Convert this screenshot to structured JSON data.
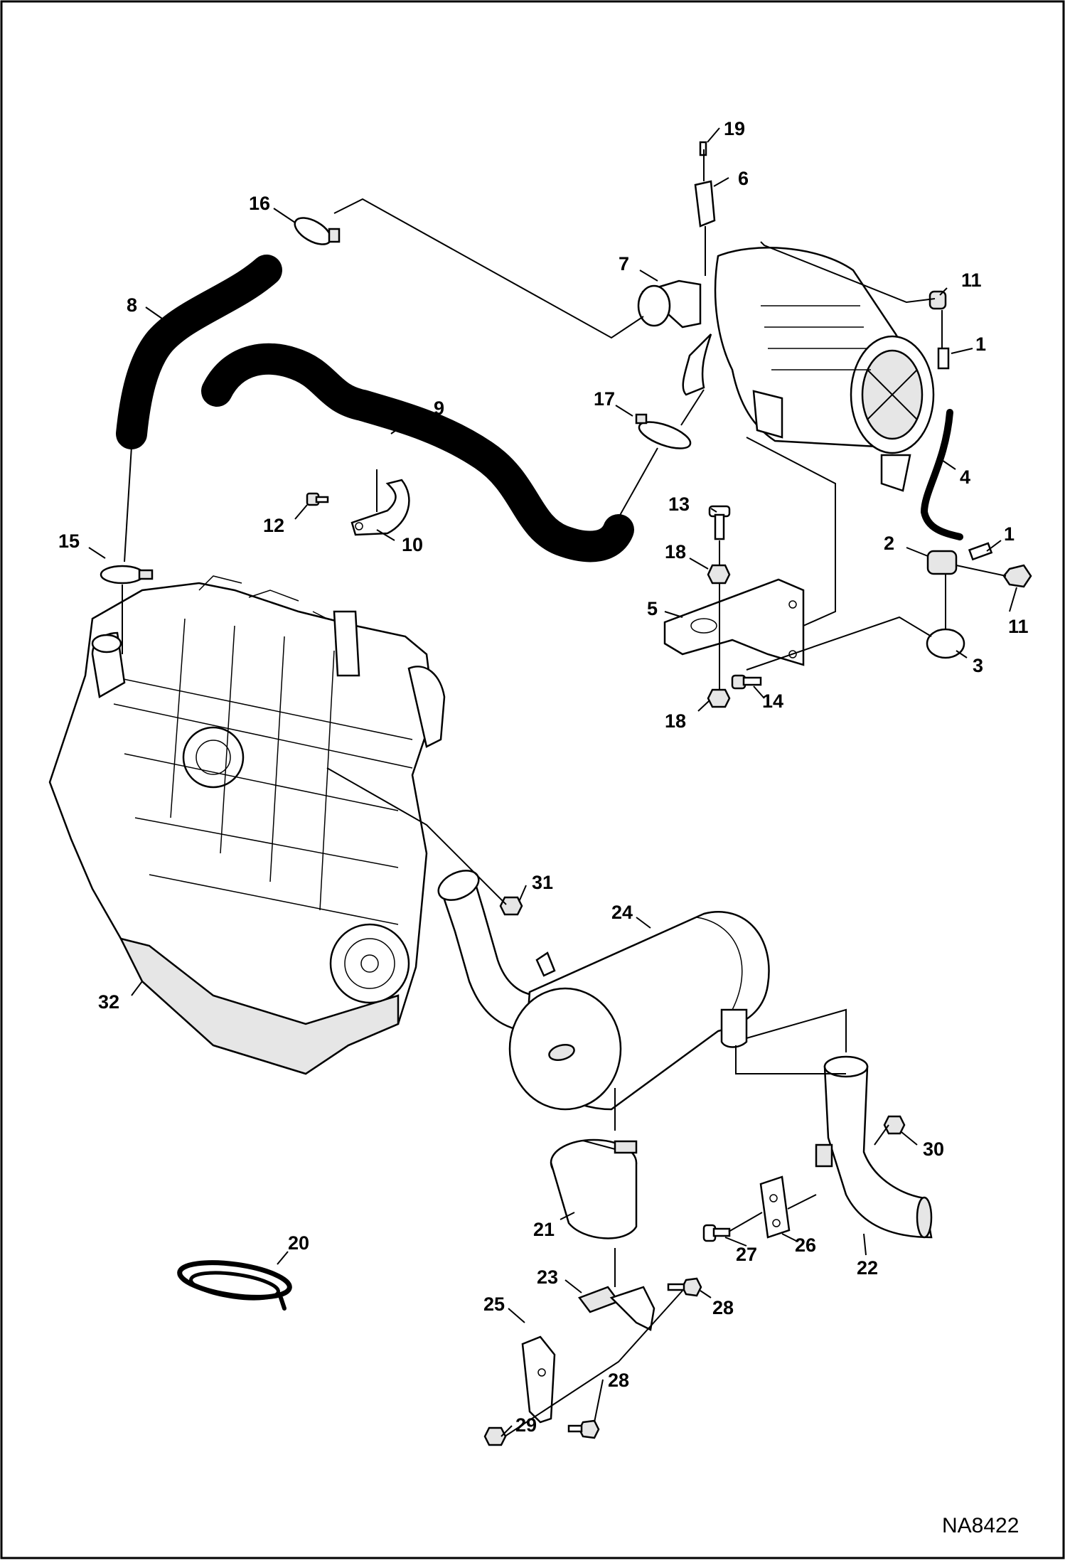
{
  "diagram": {
    "reference_code": "NA8422",
    "callouts": [
      {
        "id": "c1a",
        "label": "1"
      },
      {
        "id": "c1b",
        "label": "1"
      },
      {
        "id": "c2",
        "label": "2"
      },
      {
        "id": "c3",
        "label": "3"
      },
      {
        "id": "c4",
        "label": "4"
      },
      {
        "id": "c5",
        "label": "5"
      },
      {
        "id": "c6",
        "label": "6"
      },
      {
        "id": "c7",
        "label": "7"
      },
      {
        "id": "c8",
        "label": "8"
      },
      {
        "id": "c9",
        "label": "9"
      },
      {
        "id": "c10",
        "label": "10"
      },
      {
        "id": "c11a",
        "label": "11"
      },
      {
        "id": "c11b",
        "label": "11"
      },
      {
        "id": "c12",
        "label": "12"
      },
      {
        "id": "c13",
        "label": "13"
      },
      {
        "id": "c14",
        "label": "14"
      },
      {
        "id": "c15",
        "label": "15"
      },
      {
        "id": "c16",
        "label": "16"
      },
      {
        "id": "c17",
        "label": "17"
      },
      {
        "id": "c18a",
        "label": "18"
      },
      {
        "id": "c18b",
        "label": "18"
      },
      {
        "id": "c19",
        "label": "19"
      },
      {
        "id": "c20",
        "label": "20"
      },
      {
        "id": "c21",
        "label": "21"
      },
      {
        "id": "c22",
        "label": "22"
      },
      {
        "id": "c23",
        "label": "23"
      },
      {
        "id": "c24",
        "label": "24"
      },
      {
        "id": "c25",
        "label": "25"
      },
      {
        "id": "c26",
        "label": "26"
      },
      {
        "id": "c27",
        "label": "27"
      },
      {
        "id": "c28a",
        "label": "28"
      },
      {
        "id": "c28b",
        "label": "28"
      },
      {
        "id": "c29",
        "label": "29"
      },
      {
        "id": "c30",
        "label": "30"
      },
      {
        "id": "c31",
        "label": "31"
      },
      {
        "id": "c32",
        "label": "32"
      }
    ]
  }
}
